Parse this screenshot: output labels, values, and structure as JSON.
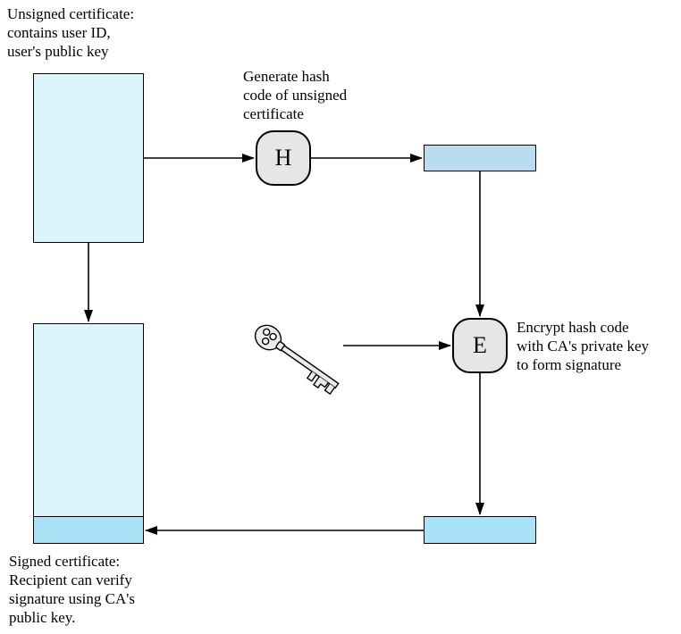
{
  "labels": {
    "unsigned_certificate": "Unsigned certificate:\ncontains user ID,\nuser's public key",
    "generate_hash": "Generate hash\ncode of unsigned\ncertificate",
    "encrypt_hash": "Encrypt hash code\nwith CA's private key\nto form signature",
    "signed_certificate": "Signed certificate:\nRecipient can verify\nsignature using CA's\npublic key."
  },
  "nodes": {
    "hash": "H",
    "encrypt": "E"
  },
  "colors": {
    "certificate_fill": "#dcf4fb",
    "hash_code_fill": "#b9dcee",
    "signature_fill": "#aae2f7",
    "node_fill": "#e6e6e6"
  }
}
